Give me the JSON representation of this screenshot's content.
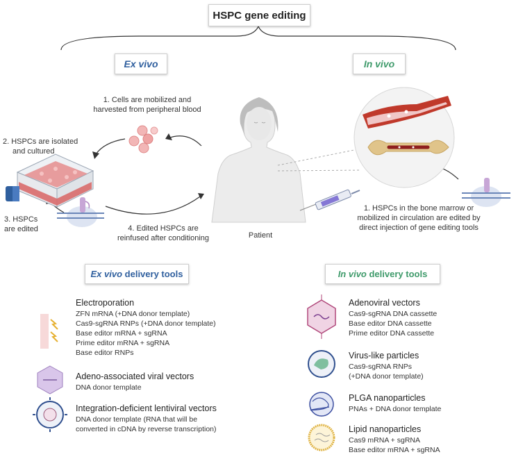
{
  "header": {
    "title": "HSPC gene editing"
  },
  "branches": {
    "ex_vivo": "Ex vivo",
    "in_vivo": "In vivo"
  },
  "steps": {
    "s1": [
      "1. Cells are mobilized and",
      "harvested from peripheral blood"
    ],
    "s2": [
      "2. HSPCs are isolated",
      "and cultured"
    ],
    "s3": [
      "3. HSPCs",
      "are edited"
    ],
    "s4": [
      "4. Edited HSPCs are",
      "reinfused after conditioning"
    ],
    "patient": "Patient",
    "invivo_step": [
      "1. HSPCs in the bone marrow or",
      "mobilized in circulation are edited by",
      "direct injection of gene editing tools"
    ]
  },
  "ex_vivo_tools": {
    "title_italic": "Ex vivo",
    "title_rest": " delivery tools",
    "items": [
      {
        "name": "Electroporation",
        "details": [
          "ZFN mRNA (+DNA donor template)",
          "Cas9-sgRNA RNPs (+DNA donor template)",
          "Base editor mRNA + sgRNA",
          "Prime editor mRNA + sgRNA",
          "Base editor RNPs"
        ]
      },
      {
        "name": "Adeno-associated viral vectors",
        "details": [
          "DNA donor template"
        ]
      },
      {
        "name": "Integration-deficient lentiviral vectors",
        "details": [
          "DNA donor template (RNA that will be",
          "converted in cDNA by reverse transcription)"
        ]
      }
    ]
  },
  "in_vivo_tools": {
    "title_italic": "In vivo",
    "title_rest": " delivery tools",
    "items": [
      {
        "name": "Adenoviral vectors",
        "details": [
          "Cas9-sgRNA DNA cassette",
          "Base editor DNA cassette",
          "Prime editor DNA cassette"
        ]
      },
      {
        "name": "Virus-like particles",
        "details": [
          "Cas9-sgRNA RNPs",
          "(+DNA donor template)"
        ]
      },
      {
        "name": "PLGA nanoparticles",
        "details": [
          "PNAs + DNA donor template"
        ]
      },
      {
        "name": "Lipid nanoparticles",
        "details": [
          "Cas9 mRNA + sgRNA",
          "Base editor mRNA + sgRNA"
        ]
      }
    ]
  },
  "colors": {
    "ex_vivo": "#2f5f9e",
    "in_vivo": "#3e9a6a",
    "cells": "#e8868a",
    "flask_media": "#d96c6c",
    "bone": "#e0c48a"
  }
}
